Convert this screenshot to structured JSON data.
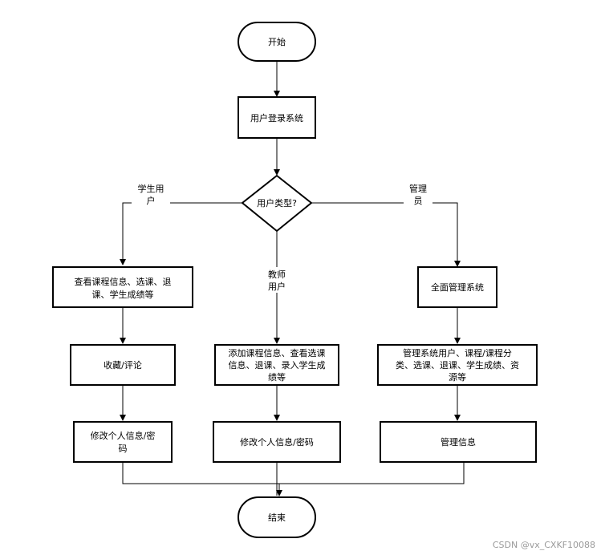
{
  "nodes": {
    "start": "开始",
    "login": "用户登录系统",
    "decision": "用户类型?",
    "student_view": [
      "查看课程信息、选课、退",
      "课、学生成绩等"
    ],
    "student_fav": "收藏/评论",
    "student_profile": [
      "修改个人信息/密",
      "码"
    ],
    "teacher_add": [
      "添加课程信息、查看选课",
      "信息、退课、录入学生成",
      "绩等"
    ],
    "teacher_profile": "修改个人信息/密码",
    "admin_home": "全面管理系统",
    "admin_manage": [
      "管理系统用户、课程/课程分",
      "类、选课、退课、学生成绩、资",
      "源等"
    ],
    "admin_info": "管理信息",
    "end": "结束"
  },
  "edge_labels": {
    "student": [
      "学生用",
      "户"
    ],
    "teacher": [
      "教师",
      "用户"
    ],
    "admin": [
      "管理",
      "员"
    ]
  },
  "watermark": "CSDN @vx_CXKF10088"
}
